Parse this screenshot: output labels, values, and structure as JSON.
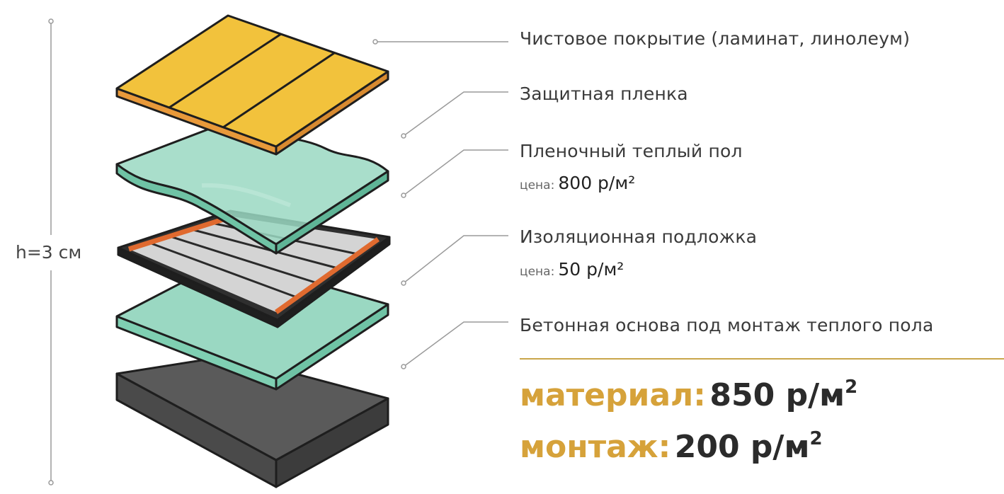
{
  "diagram": {
    "height_label": "h=3 см",
    "layers": [
      {
        "name": "Чистовое покрытие (ламинат, линолеум)"
      },
      {
        "name": "Защитная пленка"
      },
      {
        "name": "Пленочный теплый пол",
        "price_prefix": "цена:",
        "price": "800 р/м²"
      },
      {
        "name": "Изоляционная подложка",
        "price_prefix": "цена:",
        "price": "50 р/м²"
      },
      {
        "name": "Бетонная основа под монтаж теплого пола"
      }
    ],
    "totals": {
      "material_label": "материал:",
      "material_value": "850 р/м",
      "montage_label": "монтаж:",
      "montage_value": "200 р/м",
      "unit_power": "2"
    },
    "colors": {
      "laminate": "#f2c23c",
      "laminate_edge": "#e8993a",
      "film": "#9ad8c2",
      "heater_frame": "#2f2f2f",
      "heater_strip": "#d4d4d4",
      "heater_bus": "#e06a2f",
      "concrete_top": "#5a5a5a",
      "accent_gold": "#d6a23a",
      "separator": "#c9a64a"
    }
  }
}
